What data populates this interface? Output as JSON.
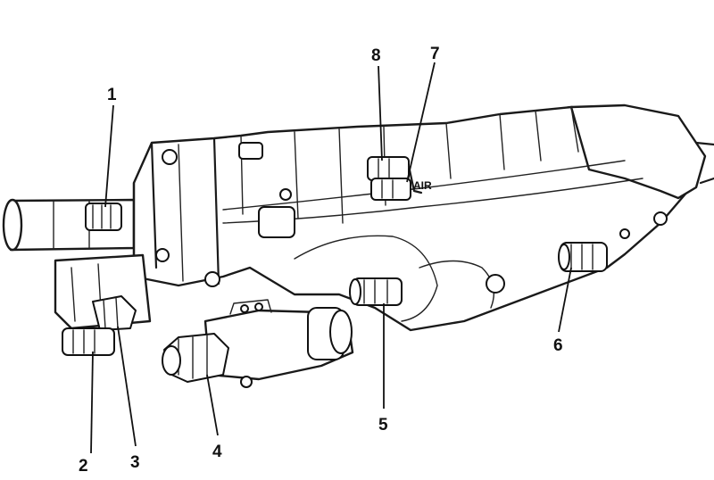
{
  "diagram": {
    "stamp_text": "AIR",
    "callouts": [
      {
        "id": "1",
        "label": "1"
      },
      {
        "id": "2",
        "label": "2"
      },
      {
        "id": "3",
        "label": "3"
      },
      {
        "id": "4",
        "label": "4"
      },
      {
        "id": "5",
        "label": "5"
      },
      {
        "id": "6",
        "label": "6"
      },
      {
        "id": "7",
        "label": "7"
      },
      {
        "id": "8",
        "label": "8"
      }
    ]
  }
}
